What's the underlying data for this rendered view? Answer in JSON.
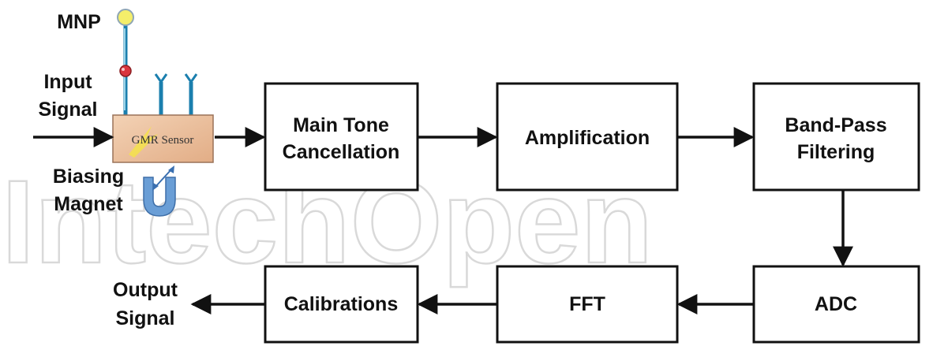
{
  "watermark": "IntechOpen",
  "labels": {
    "mnp": "MNP",
    "input_line1": "Input",
    "input_line2": "Signal",
    "biasing_line1": "Biasing",
    "biasing_line2": "Magnet",
    "output_line1": "Output",
    "output_line2": "Signal"
  },
  "sensor": {
    "label": "GMR Sensor"
  },
  "blocks": {
    "main_tone_line1": "Main Tone",
    "main_tone_line2": "Cancellation",
    "amplification": "Amplification",
    "bandpass_line1": "Band-Pass",
    "bandpass_line2": "Filtering",
    "adc": "ADC",
    "fft": "FFT",
    "calibrations": "Calibrations"
  },
  "colors": {
    "mnp_bead": "#f4ee6a",
    "red_bead": "#d9363e",
    "wire": "#1b7fae",
    "sensor_fill": "#eec6a3",
    "magnet": "#6a9ed6"
  }
}
